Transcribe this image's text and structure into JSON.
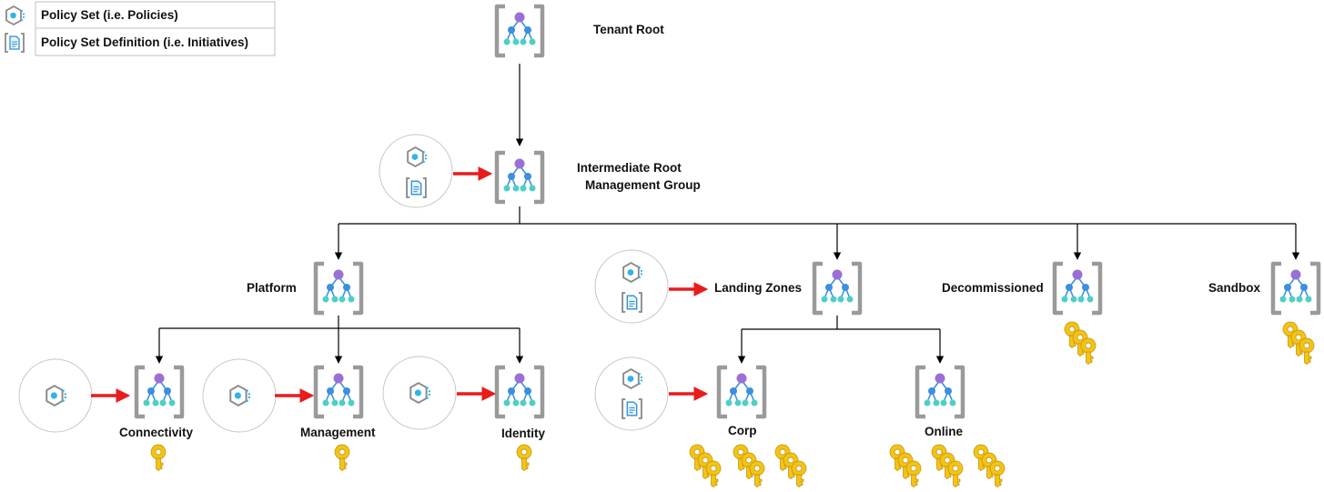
{
  "legend": {
    "policy_set_label": "Policy Set (i.e. Policies)",
    "policy_set_definition_label": "Policy Set Definition (i.e. Initiatives)"
  },
  "nodes": {
    "tenant_root": "Tenant Root",
    "intermediate_root_line1": "Intermediate Root",
    "intermediate_root_line2": "Management Group",
    "platform": "Platform",
    "landing_zones": "Landing Zones",
    "decommissioned": "Decommissioned",
    "sandbox": "Sandbox",
    "connectivity": "Connectivity",
    "management": "Management",
    "identity": "Identity",
    "corp": "Corp",
    "online": "Online"
  },
  "icons": {
    "management_group": "management-group-icon",
    "policy": "policy-icon",
    "initiative": "initiative-icon",
    "key": "key-icon"
  },
  "colors": {
    "bracket": "#9a9a9a",
    "root_node": "#9b6fd6",
    "mid_nodes": "#3b8fe0",
    "leaf_nodes": "#4fcfc4",
    "policy_arrow": "#e81c1c",
    "tree_arrow": "#000000",
    "key": "#f3c317"
  }
}
